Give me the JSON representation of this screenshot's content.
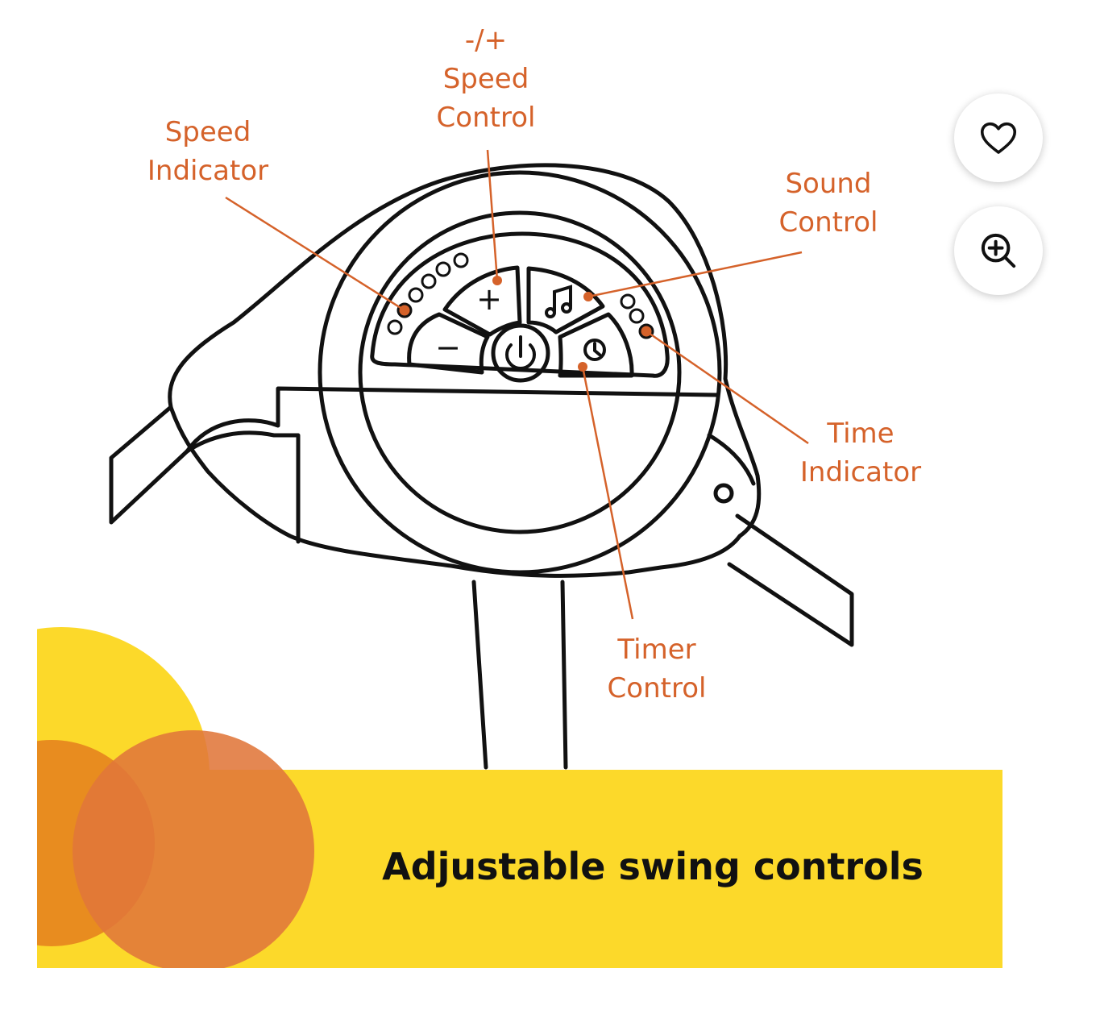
{
  "callouts": {
    "speed_indicator": [
      "Speed",
      "Indicator"
    ],
    "speed_control": [
      "-/+",
      "Speed",
      "Control"
    ],
    "sound_control": [
      "Sound",
      "Control"
    ],
    "time_indicator": [
      "Time",
      "Indicator"
    ],
    "timer_control": [
      "Timer",
      "Control"
    ]
  },
  "buttons": {
    "plus_symbol": "+",
    "minus_symbol": "−",
    "power_icon": "power-icon",
    "music_icon": "music-note-icon",
    "clock_icon": "clock-icon"
  },
  "caption": "Adjustable swing controls",
  "actions": {
    "favorite_icon": "heart-icon",
    "zoom_icon": "zoom-in-icon"
  },
  "colors": {
    "accent_orange": "#d5622a",
    "banner_yellow": "#fcd92a",
    "circle_orange": "#e0763a"
  }
}
